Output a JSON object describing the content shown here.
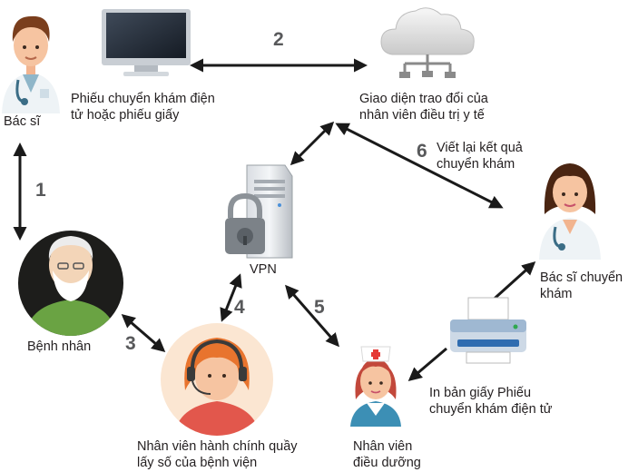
{
  "labels": {
    "doctor": "Bác sĩ",
    "referral_form_line1": "Phiếu chuyển khám điện",
    "referral_form_line2": "tử hoặc phiếu giấy",
    "exchange_line1": "Giao diện trao đổi của",
    "exchange_line2": "nhân viên điều trị y tế",
    "vpn": "VPN",
    "patient": "Bệnh nhân",
    "rewrite_line1": "Viết lại kết quả",
    "rewrite_line2": "chuyển khám",
    "specialist_line1": "Bác sĩ chuyển",
    "specialist_line2": "khám",
    "print_line1": "In bản giấy Phiếu",
    "print_line2": "chuyển khám điện tử",
    "admin_line1": "Nhân viên hành chính quầy",
    "admin_line2": "lấy số của bệnh viện",
    "nurse_line1": "Nhân viên",
    "nurse_line2": "điều dưỡng"
  },
  "steps": {
    "s1": "1",
    "s2": "2",
    "s3": "3",
    "s4": "4",
    "s5": "5",
    "s6": "6"
  },
  "icons": [
    "doctor-male-icon",
    "monitor-icon",
    "cloud-server-icon",
    "vpn-server-lock-icon",
    "patient-elder-icon",
    "female-doctor-icon",
    "printer-icon",
    "call-center-agent-icon",
    "nurse-icon"
  ],
  "colors": {
    "arrow": "#1a1a1a",
    "step_number": "#58595b",
    "patient_circle": "#1d1d1b",
    "agent_circle": "#fbe6d2"
  }
}
